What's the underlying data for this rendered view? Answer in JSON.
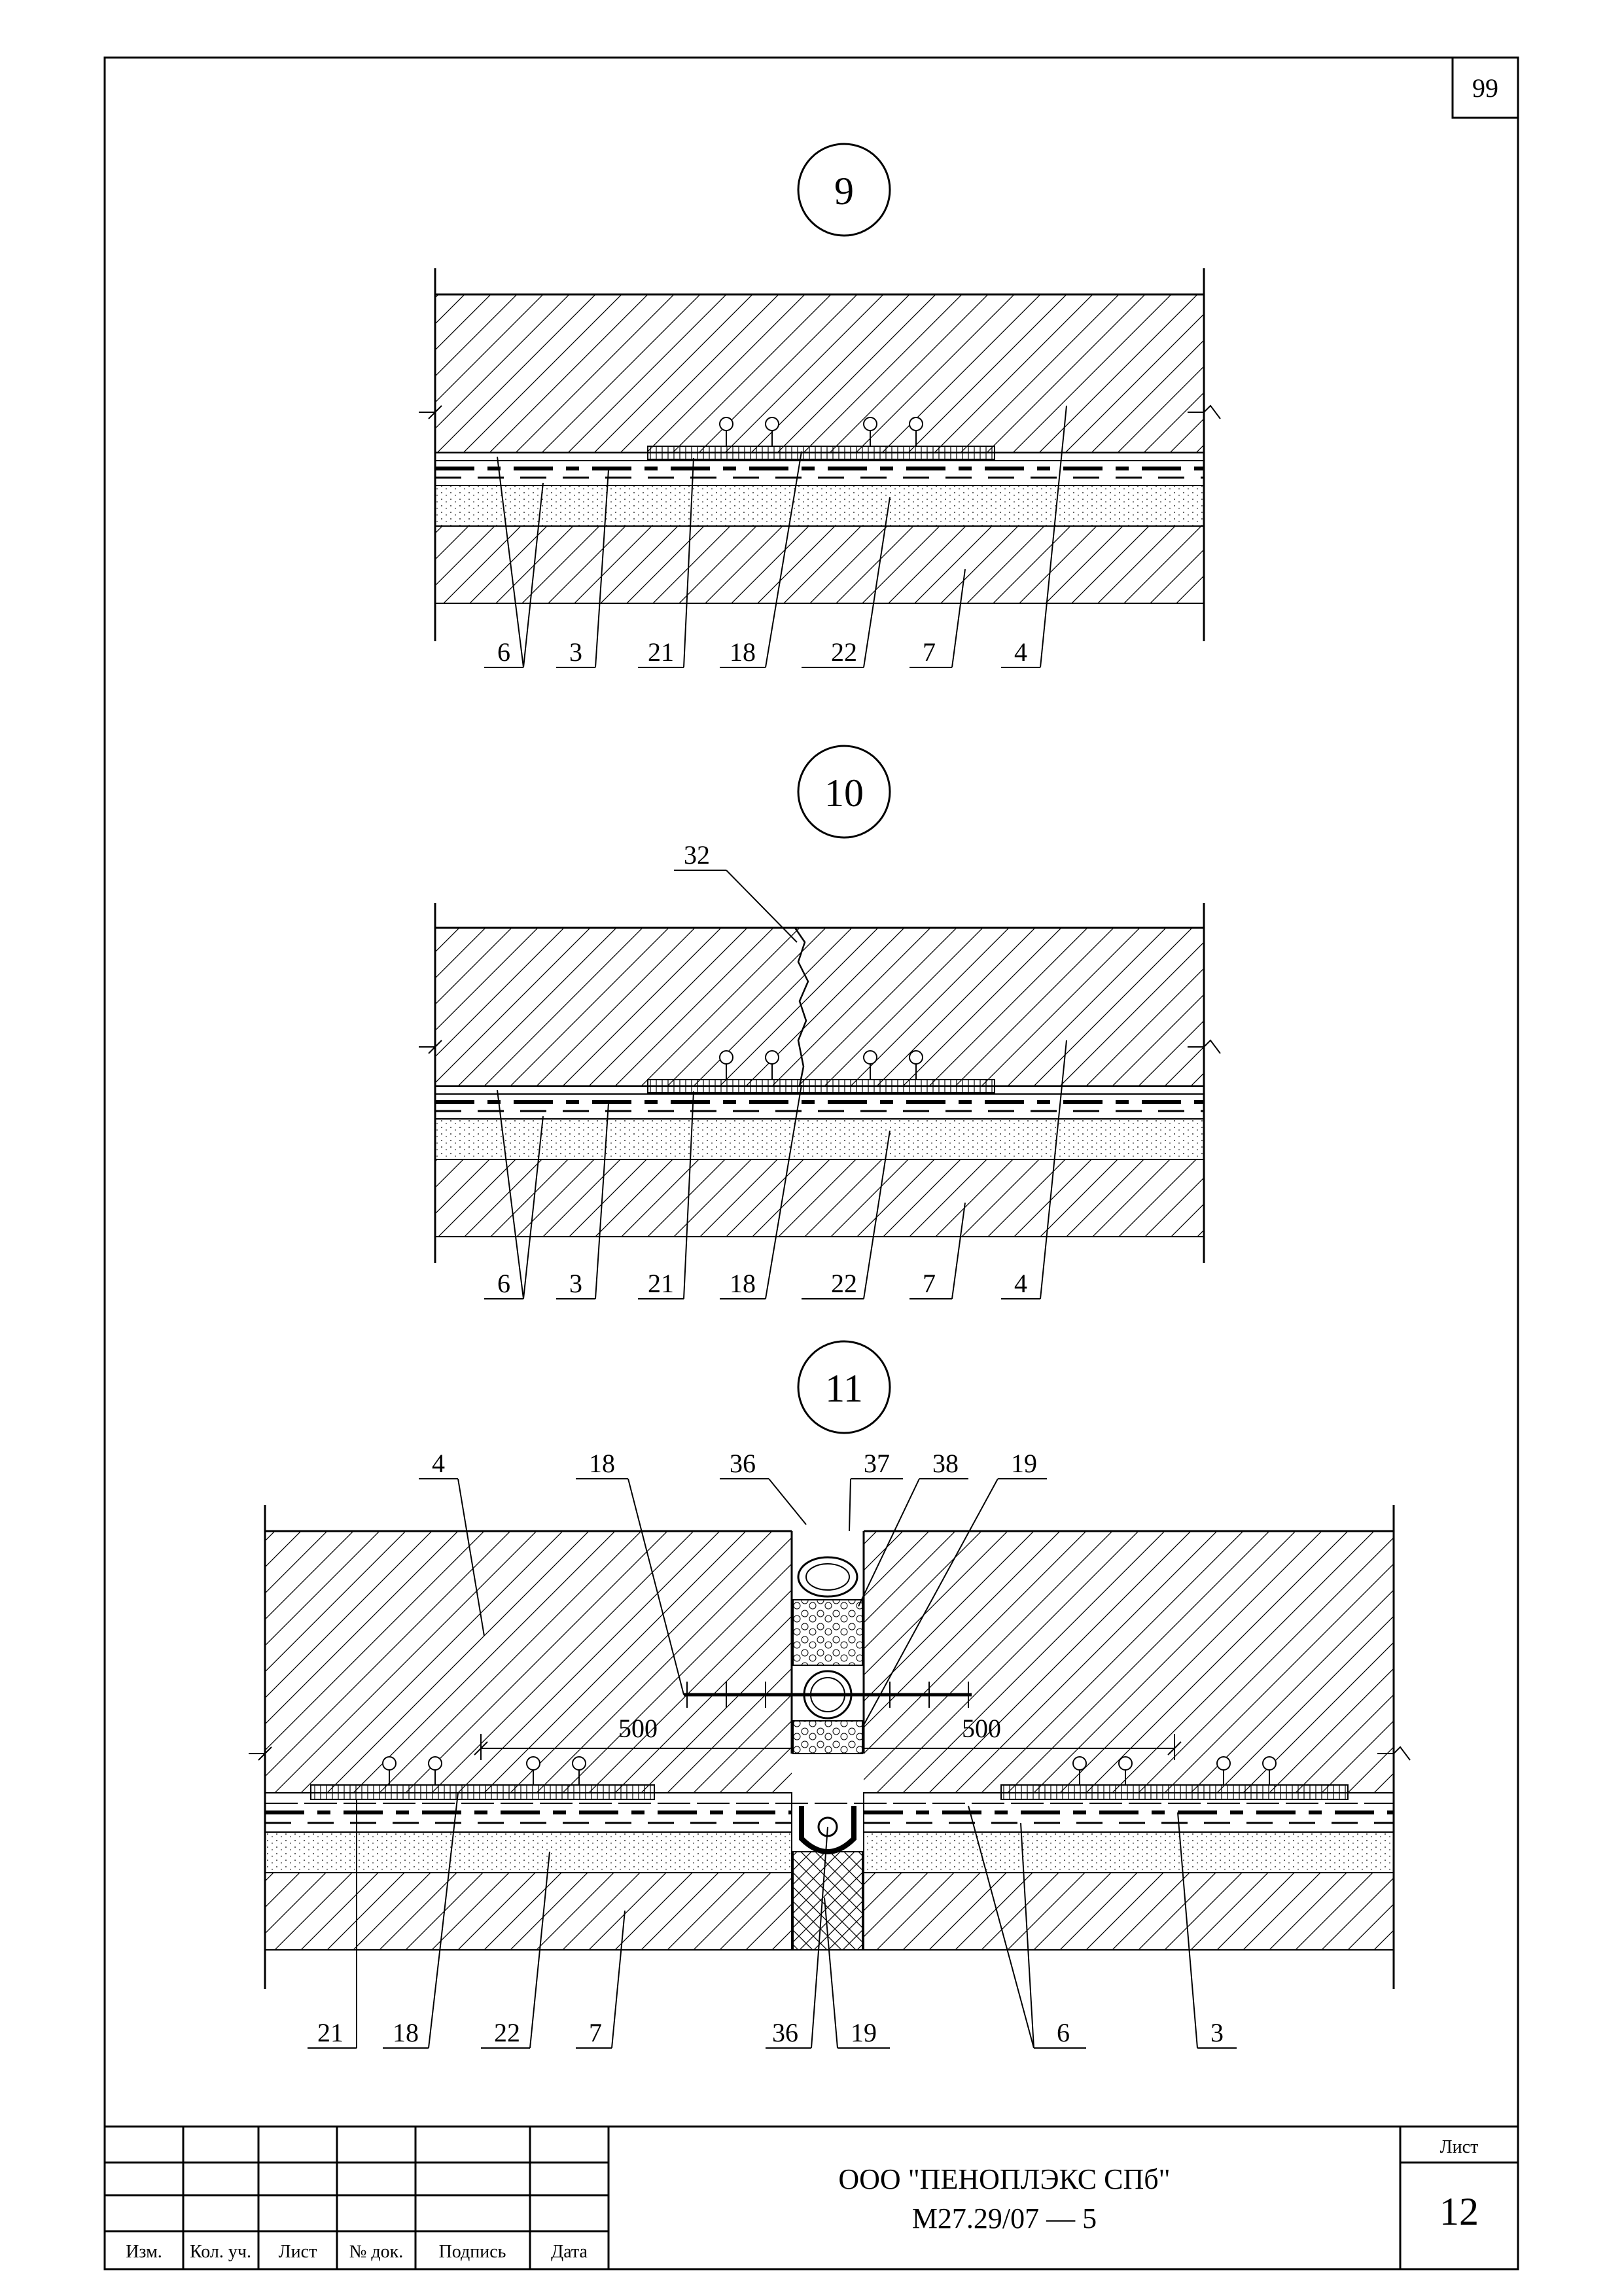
{
  "page_number": "99",
  "details": [
    {
      "id": "9",
      "labels": [
        "6",
        "3",
        "21",
        "18",
        "22",
        "7",
        "4"
      ]
    },
    {
      "id": "10",
      "top_label": "32",
      "labels": [
        "6",
        "3",
        "21",
        "18",
        "22",
        "7",
        "4"
      ]
    },
    {
      "id": "11",
      "top_labels": [
        "4",
        "18",
        "36",
        "37",
        "38",
        "19"
      ],
      "dims": [
        "500",
        "500"
      ],
      "bottom_labels": [
        "21",
        "18",
        "22",
        "7",
        "36",
        "19",
        "6",
        "3"
      ]
    }
  ],
  "title_block": {
    "company": "ООО \"ПЕНОПЛЭКС СПб\"",
    "doc_code": "М27.29/07 — 5",
    "sheet_label": "Лист",
    "sheet_number": "12",
    "columns": [
      "Изм.",
      "Кол. уч.",
      "Лист",
      "№ док.",
      "Подпись",
      "Дата"
    ]
  }
}
